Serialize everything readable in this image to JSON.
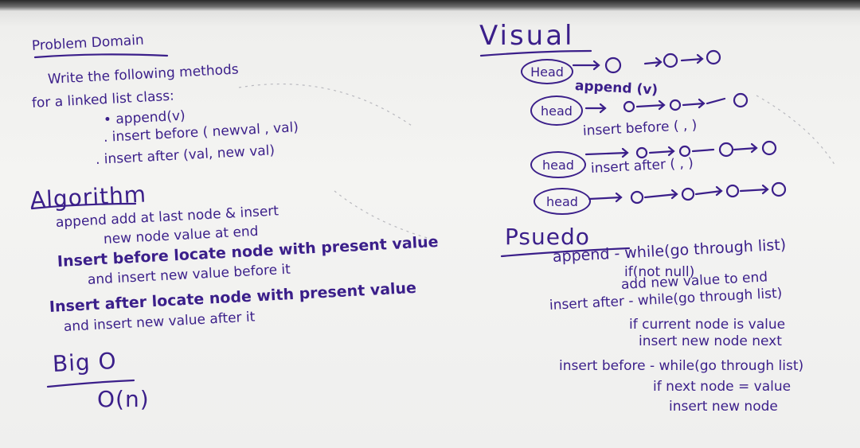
{
  "left": {
    "problem_domain_title": "Problem Domain",
    "problem_lines": [
      "Write the following methods",
      "for a linked list class:",
      "• append(v)",
      ". insert before ( newval , val)",
      ". insert after (val, new val)"
    ],
    "algorithm_title": "Algorithm",
    "algorithm_lines": [
      "append  add at last node & insert",
      "new node value at end",
      "Insert before locate node with present value",
      "and insert new value before it",
      "Insert after  locate node with present value",
      "and insert new value after it"
    ],
    "big_o_title": "Big O",
    "big_o_value": "O(n)"
  },
  "right": {
    "visual_title": "Visual",
    "head_label": "Head",
    "head_label_lower": "head",
    "visual_labels": [
      "append (v)",
      "insert before ( , )",
      "insert after ( , )"
    ],
    "pseudo_title": "Psuedo",
    "pseudo_lines": [
      "append  - while(go through list)",
      "if(not null)",
      "add new value to end",
      "insert after - while(go through list)",
      "if current node is value",
      "insert new node next",
      "insert before  - while(go through list)",
      "if next node = value",
      "insert new node"
    ]
  },
  "colors": {
    "ink": "#3b1f8a",
    "board": "#f3f3f1"
  },
  "icons": [
    "whiteboard-photo"
  ]
}
